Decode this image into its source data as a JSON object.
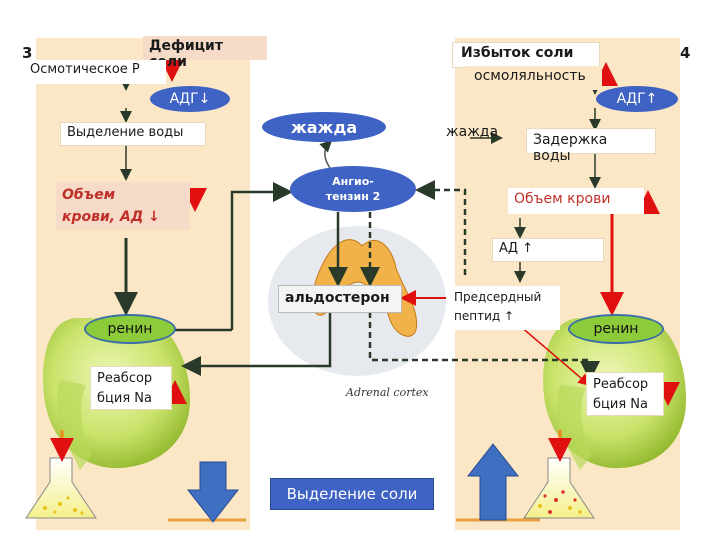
{
  "slide": {
    "number_left": "3",
    "number_right": "4"
  },
  "left": {
    "deficit": "Дефицит соли",
    "osmotic": "Осмотическое Р",
    "adh": "АДГ↓",
    "water_release": "Выделение воды",
    "blood_volume": "Объем\nкрови, АД ↓",
    "renin": "ренин",
    "na_reabsorption": "Реабсор\nбция Na"
  },
  "center": {
    "thirst": "жажда",
    "angiotensin": "Ангио-\nтензин 2",
    "aldosterone": "альдостерон",
    "adrenal_cortex": "Adrenal cortex",
    "salt_excretion": "Выделение соли"
  },
  "right": {
    "excess": "Избыток соли",
    "osmolality": "осмоляльность",
    "adh": "АДГ↑",
    "thirst": "жажда",
    "water_retention": "Задержка воды",
    "blood_volume": "Объем крови",
    "bp": "АД ↑",
    "atrial_peptide": "Предсердный\nпептид ↑",
    "renin": "ренин",
    "na_reabsorption": "Реабсор\nбция Na"
  },
  "colors": {
    "panel": "#fbe7c6",
    "ellipse_blue": "#3f63c4",
    "renin_green": "#8ccb3a",
    "arrow_red": "#e01010",
    "arrow_dark": "#2a3a2a",
    "big_arrow_blue": "#3f6fc0"
  }
}
